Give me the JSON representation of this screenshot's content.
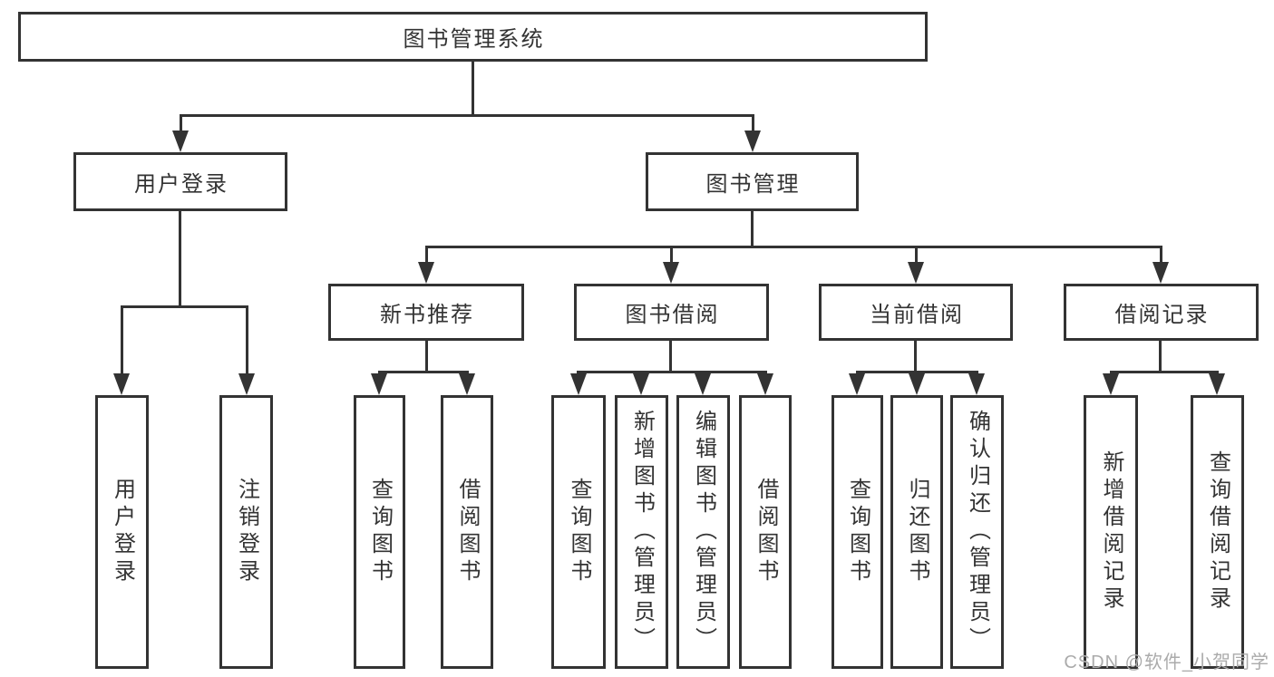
{
  "diagram": {
    "root": "图书管理系统",
    "level2": [
      "用户登录",
      "图书管理"
    ],
    "level3": [
      "新书推荐",
      "图书借阅",
      "当前借阅",
      "借阅记录"
    ],
    "leaves": {
      "user_login": [
        "用户登录",
        "注销登录"
      ],
      "new_books": [
        "查询图书",
        "借阅图书"
      ],
      "book_borrow": [
        "查询图书",
        "新增图书（管理员）",
        "编辑图书（管理员）",
        "借阅图书"
      ],
      "current_borrow": [
        "查询图书",
        "归还图书",
        "确认归还（管理员）"
      ],
      "borrow_records": [
        "新增借阅记录",
        "查询借阅记录"
      ]
    }
  },
  "watermark": {
    "text": "CSDN @软件_小贺同学",
    "color": "#ababab"
  },
  "colors": {
    "line": "#333333",
    "text": "#333333",
    "background": "#ffffff"
  }
}
